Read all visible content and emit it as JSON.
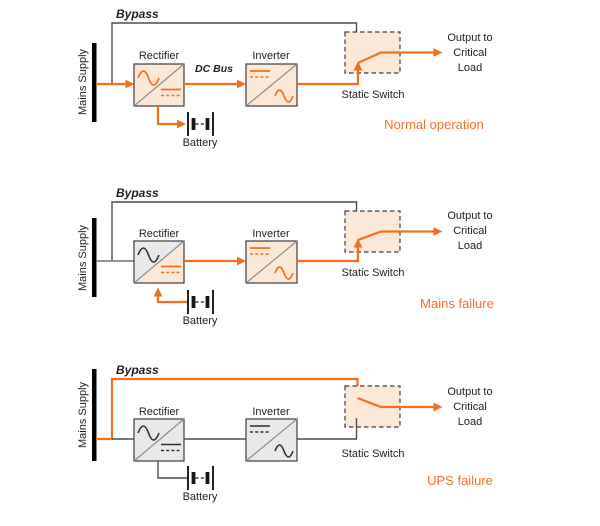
{
  "colors": {
    "orange": "#f2701d",
    "light_orange": "#fbe8d7",
    "gray_box": "#e9e9e9",
    "dark_line": "#4d4d4d",
    "gray_line": "#6f6f6f",
    "status_orange": "#f4702e",
    "bus_bar": "#000000",
    "text": "#1f1f1f"
  },
  "diagrams": [
    {
      "name": "normal-operation",
      "mains_supply": "Mains Supply",
      "bypass": "Bypass",
      "rectifier": "Rectifier",
      "dc_bus": "DC Bus",
      "inverter": "Inverter",
      "static_switch": "Static Switch",
      "battery": "Battery",
      "output": "Output to Critical Load",
      "status": "Normal operation"
    },
    {
      "name": "mains-failure",
      "mains_supply": "Mains Supply",
      "bypass": "Bypass",
      "rectifier": "Rectifier",
      "inverter": "Inverter",
      "static_switch": "Static Switch",
      "battery": "Battery",
      "output": "Output to Critical Load",
      "status": "Mains failure"
    },
    {
      "name": "ups-failure",
      "mains_supply": "Mains Supply",
      "bypass": "Bypass",
      "rectifier": "Rectifier",
      "inverter": "Inverter",
      "static_switch": "Static Switch",
      "battery": "Battery",
      "output": "Output to Critical Load",
      "status": "UPS failure"
    }
  ]
}
